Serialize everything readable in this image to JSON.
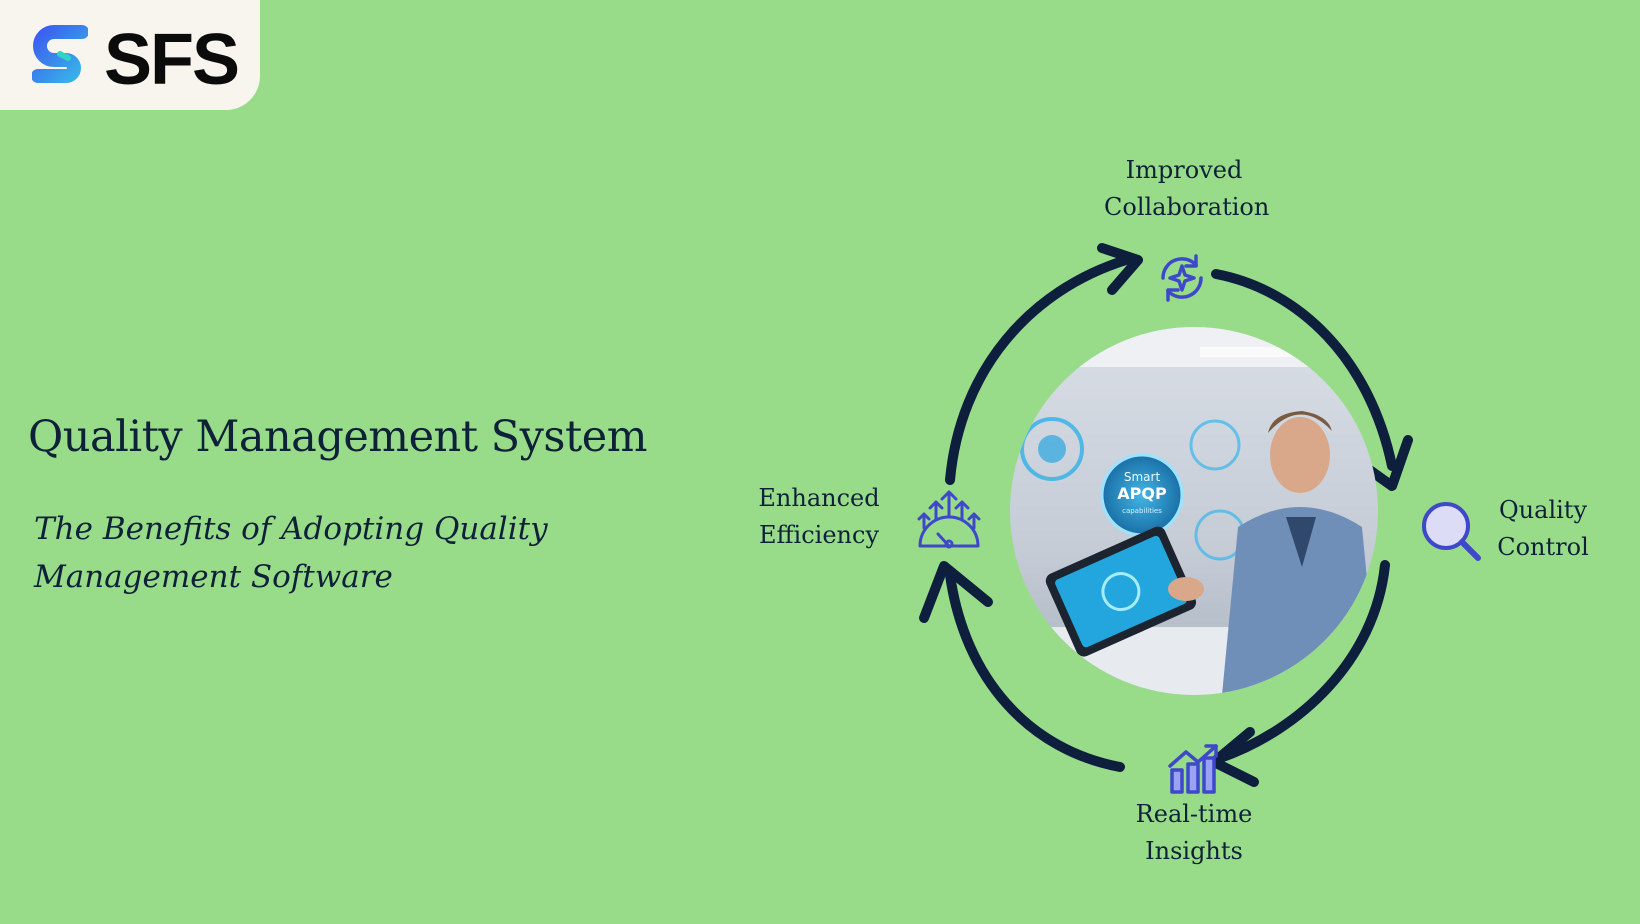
{
  "brand": {
    "name": "SFS"
  },
  "hero": {
    "title": "Quality Management System",
    "subtitle_line1": "The Benefits of Adopting Quality",
    "subtitle_line2": "Management Software"
  },
  "cycle": {
    "top": {
      "line1": "Improved",
      "line2": "Collaboration",
      "icon": "sparkle-refresh-icon"
    },
    "right": {
      "line1": "Quality",
      "line2": "Control",
      "icon": "magnifier-icon"
    },
    "bottom": {
      "line1": "Real-time",
      "line2": "Insights",
      "icon": "bar-chart-trend-icon"
    },
    "left": {
      "line1": "Enhanced",
      "line2": "Efficiency",
      "icon": "speed-gauge-icon"
    }
  },
  "photo": {
    "badge_line1": "Smart",
    "badge_line2": "APQP",
    "badge_line3": "capabilities"
  },
  "colors": {
    "background": "#98dc8a",
    "text": "#0f2138",
    "arrow": "#0d1f3d",
    "icon": "#3e48c9",
    "logo_blue": "#3f6ef2"
  }
}
